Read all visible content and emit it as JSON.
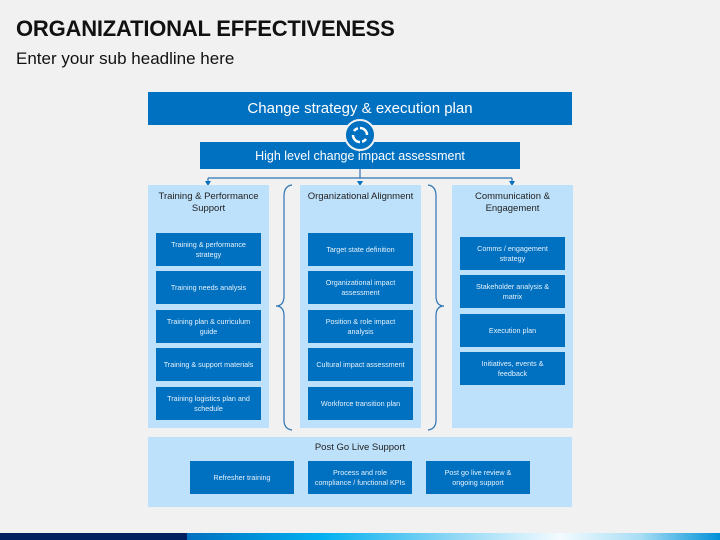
{
  "header": {
    "title": "ORGANIZATIONAL EFFECTIVENESS",
    "subtitle": "Enter your sub headline here"
  },
  "diagram": {
    "banner": "Change strategy & execution plan",
    "cycle_icon": "refresh-cycle-icon",
    "impact": "High level change impact assessment",
    "columns": [
      {
        "title": "Training & Performance Support",
        "items": [
          "Training & performance strategy",
          "Training needs analysis",
          "Training plan & curriculum guide",
          "Training & support materials",
          "Training  logistics plan and schedule"
        ]
      },
      {
        "title": "Organizational Alignment",
        "items": [
          "Target state definition",
          "Organizational impact assessment",
          "Position & role impact analysis",
          "Cultural impact assessment",
          "Workforce transition plan"
        ]
      },
      {
        "title": "Communication & Engagement",
        "items": [
          "Comms / engagement strategy",
          "Stakeholder analysis & matrix",
          "Execution plan",
          "Initiatives, events & feedback"
        ]
      }
    ],
    "post": {
      "title": "Post Go Live Support",
      "items": [
        "Refresher training",
        "Process and role compliance / functional KPIs",
        "Post go live review & ongoing support"
      ]
    }
  },
  "colors": {
    "primary": "#0070c0",
    "light": "#bde0fb",
    "background": "#f1f1f1",
    "footer_dark": "#002060"
  }
}
